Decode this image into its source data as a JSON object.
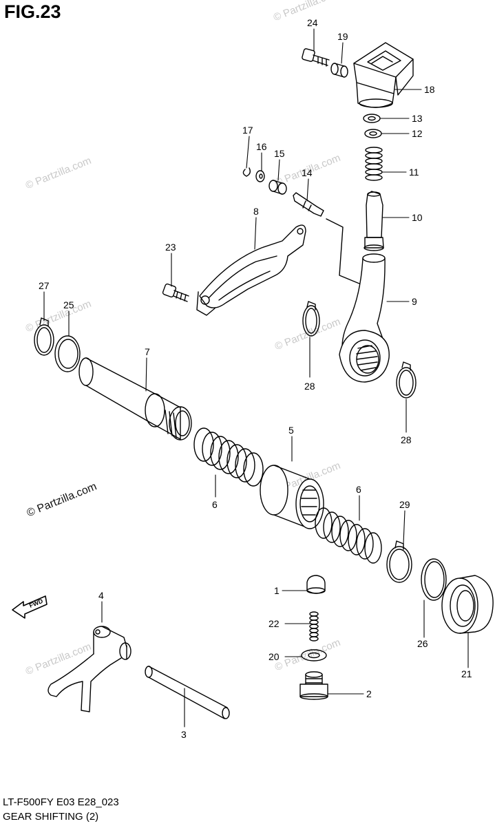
{
  "figure": {
    "title": "FIG.23",
    "footer_code": "LT-F500FY E03 E28_023",
    "footer_name": "GEAR SHIFTING (2)",
    "watermark": "© Partzilla.com",
    "direction_label": "FWD"
  },
  "callouts": [
    {
      "id": "c24",
      "label": "24"
    },
    {
      "id": "c19",
      "label": "19"
    },
    {
      "id": "c18",
      "label": "18"
    },
    {
      "id": "c13",
      "label": "13"
    },
    {
      "id": "c12",
      "label": "12"
    },
    {
      "id": "c17",
      "label": "17"
    },
    {
      "id": "c16",
      "label": "16"
    },
    {
      "id": "c15",
      "label": "15"
    },
    {
      "id": "c14",
      "label": "14"
    },
    {
      "id": "c11",
      "label": "11"
    },
    {
      "id": "c10",
      "label": "10"
    },
    {
      "id": "c8",
      "label": "8"
    },
    {
      "id": "c23",
      "label": "23"
    },
    {
      "id": "c9",
      "label": "9"
    },
    {
      "id": "c27",
      "label": "27"
    },
    {
      "id": "c25",
      "label": "25"
    },
    {
      "id": "c7",
      "label": "7"
    },
    {
      "id": "c28a",
      "label": "28"
    },
    {
      "id": "c28b",
      "label": "28"
    },
    {
      "id": "c5",
      "label": "5"
    },
    {
      "id": "c6a",
      "label": "6"
    },
    {
      "id": "c6b",
      "label": "6"
    },
    {
      "id": "c29",
      "label": "29"
    },
    {
      "id": "c1",
      "label": "1"
    },
    {
      "id": "c4",
      "label": "4"
    },
    {
      "id": "c22",
      "label": "22"
    },
    {
      "id": "c20",
      "label": "20"
    },
    {
      "id": "c26",
      "label": "26"
    },
    {
      "id": "c21",
      "label": "21"
    },
    {
      "id": "c2",
      "label": "2"
    },
    {
      "id": "c3",
      "label": "3"
    }
  ]
}
